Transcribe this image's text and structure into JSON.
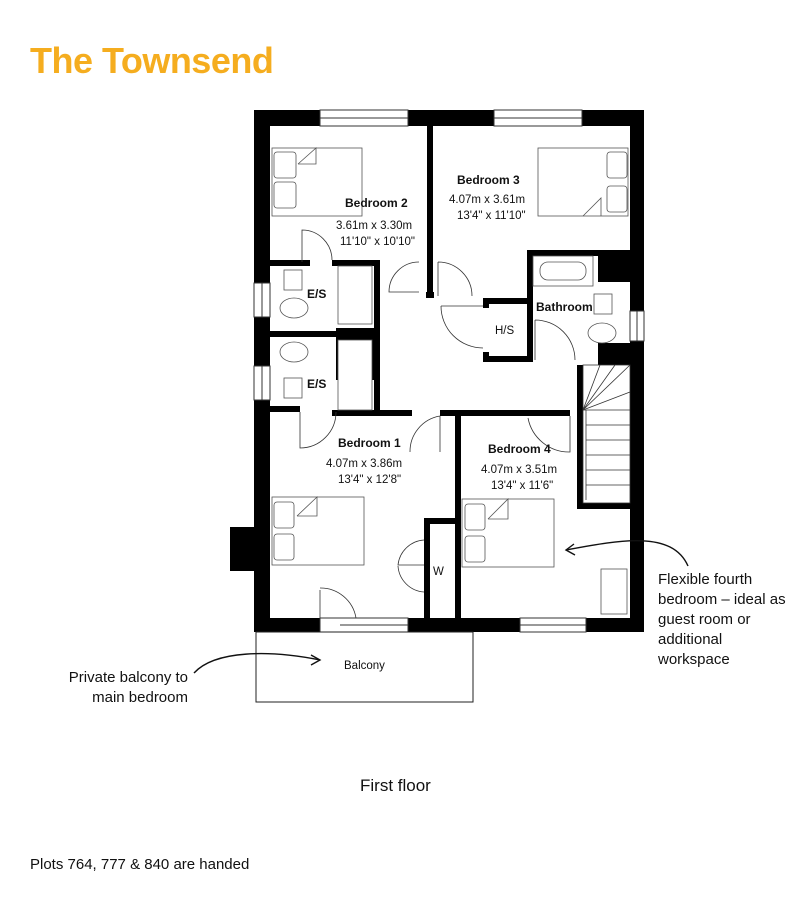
{
  "header": {
    "title": "The Townsend",
    "title_color": "#F5AD1F"
  },
  "plan": {
    "floor_label": "First floor",
    "rooms": {
      "bedroom2": {
        "name": "Bedroom 2",
        "metric": "3.61m x 3.30m",
        "imperial": "11'10\" x 10'10\""
      },
      "bedroom3": {
        "name": "Bedroom 3",
        "metric": "4.07m x 3.61m",
        "imperial": "13'4\" x 11'10\""
      },
      "bedroom1": {
        "name": "Bedroom 1",
        "metric": "4.07m x 3.86m",
        "imperial": "13'4\" x 12'8\""
      },
      "bedroom4": {
        "name": "Bedroom 4",
        "metric": "4.07m x 3.51m",
        "imperial": "13'4\" x 11'6\""
      },
      "ensuite_upper": {
        "name": "E/S"
      },
      "ensuite_lower": {
        "name": "E/S"
      },
      "bathroom": {
        "name": "Bathroom"
      },
      "hot_store": {
        "name": "H/S"
      },
      "wardrobe": {
        "name": "W"
      },
      "balcony": {
        "name": "Balcony"
      }
    },
    "wall_color": "#000000"
  },
  "annotations": {
    "bedroom4_note": "Flexible fourth bedroom – ideal as guest room or additional workspace",
    "balcony_note": "Private balcony to main bedroom"
  },
  "footer": {
    "note": "Plots 764, 777 & 840 are handed"
  }
}
